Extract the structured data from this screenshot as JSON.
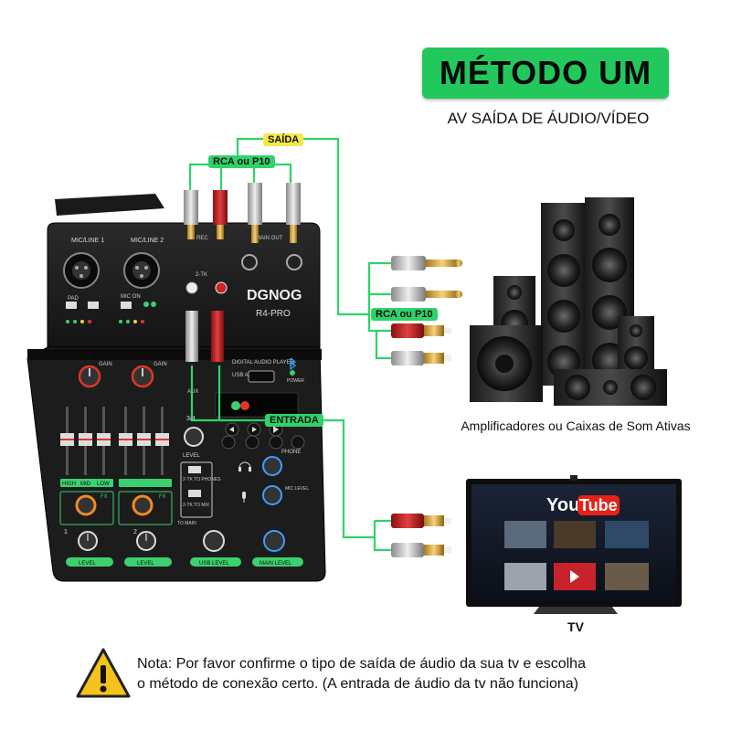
{
  "title": "MÉTODO UM",
  "subtitle": "AV SAÍDA DE ÁUDIO/VÍDEO",
  "tags": {
    "saida": "SAÍDA",
    "rca_top": "RCA ou P10",
    "rca_mid": "RCA ou P10",
    "entrada": "ENTRADA"
  },
  "mixer": {
    "brand": "DGNOG",
    "model": "R4-PRO",
    "labels": {
      "ch1": "MIC/LINE 1",
      "ch2": "MIC/LINE 2",
      "rec": "REC",
      "main_out": "MAIN OUT",
      "two_tk": "2-TK",
      "pad": "PAD",
      "mic_on": "MIC ON",
      "gain1": "GAIN",
      "gain2": "GAIN",
      "player": "DIGITAL AUDIO PLAYER",
      "usb_audio": "USB AUDIO",
      "power": "POWER",
      "aux": "AUX",
      "level34": "LEVEL",
      "phone": "PHONE",
      "mic_level": "MIC LEVEL",
      "tk_phones": "2-TK TO PHONES",
      "tk_mix": "2-TK TO MIX",
      "to_main": "TO MAIN",
      "fx1": "FX",
      "fx2": "FX",
      "level1": "LEVEL",
      "level2": "LEVEL",
      "usb_level": "USB LEVEL",
      "main_level": "MAIN LEVEL",
      "high": "HIGH",
      "mid": "MID",
      "low": "LOW",
      "ch_num1": "1",
      "ch_num2": "2",
      "ch34": "3/4"
    }
  },
  "tv": {
    "logo_you": "You",
    "logo_tube": "Tube"
  },
  "speaker_caption": "Amplificadores ou Caixas de Som Ativas",
  "tv_caption": "TV",
  "note": {
    "line1": "Nota: Por favor confirme o tipo de saída de áudio da sua tv e escolha",
    "line2": "o método de conexão certo. (A entrada de áudio da tv não funciona)"
  },
  "colors": {
    "banner": "#22c85c",
    "cable": "#2fd36b",
    "tag_yellow": "#f5e94a",
    "mixer_body": "#1a1a1a",
    "accent_green": "#3bd16f",
    "knob_red": "#e0362a",
    "knob_orange": "#f08a24"
  },
  "icons": [
    "warning-icon",
    "play-icon",
    "prev-icon",
    "next-icon",
    "headphone-icon",
    "mic-icon",
    "bluetooth-icon"
  ]
}
